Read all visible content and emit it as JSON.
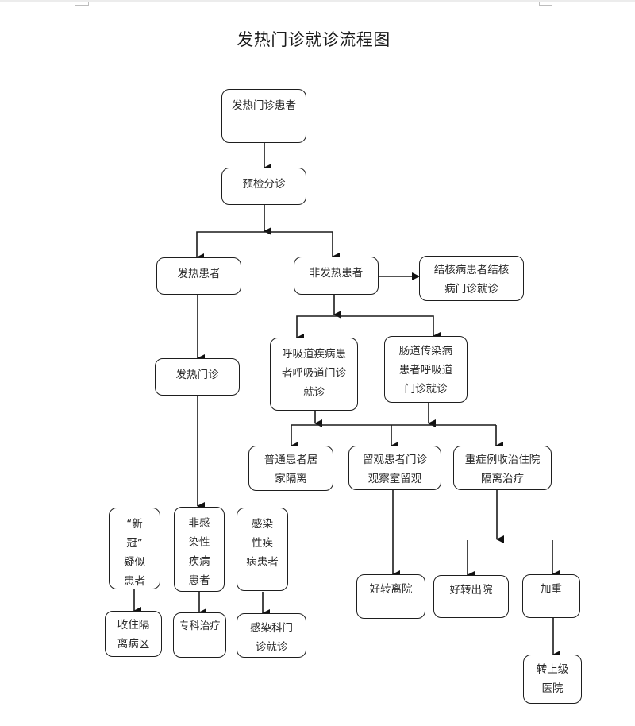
{
  "title": "发热门诊就诊流程图",
  "nodes": {
    "fever_clinic_patient": "发热门诊患者",
    "pre_triage": "预检分诊",
    "fever_patient": "发热患者",
    "non_fever_patient": "非发热患者",
    "tb_clinic": "结核病患者结核\n病门诊就诊",
    "fever_clinic": "发热门诊",
    "respiratory_clinic": "呼吸道疾病患\n者呼吸道门诊\n就诊",
    "intestinal_clinic": "肠道传染病\n患者呼吸道\n门诊就诊",
    "home_isolation": "普通患者居\n家隔离",
    "observation_room": "留观患者门诊\n观察室留观",
    "severe_hospitalization": "重症例收治住院\n隔离治疗",
    "covid_suspected": "“新\n冠”\n疑似\n患者",
    "non_infectious": "非感\n染性\n疾病\n患者",
    "infectious": "感染\n性疾\n病患者",
    "isolation_ward": "收住隔\n离病区",
    "specialist_treatment": "专科治疗",
    "infectious_dept": "感染科门\n诊就诊",
    "improved_leave": "好转离院",
    "improved_discharge": "好转出院",
    "worsened": "加重",
    "transfer_higher": "转上级\n医院"
  }
}
